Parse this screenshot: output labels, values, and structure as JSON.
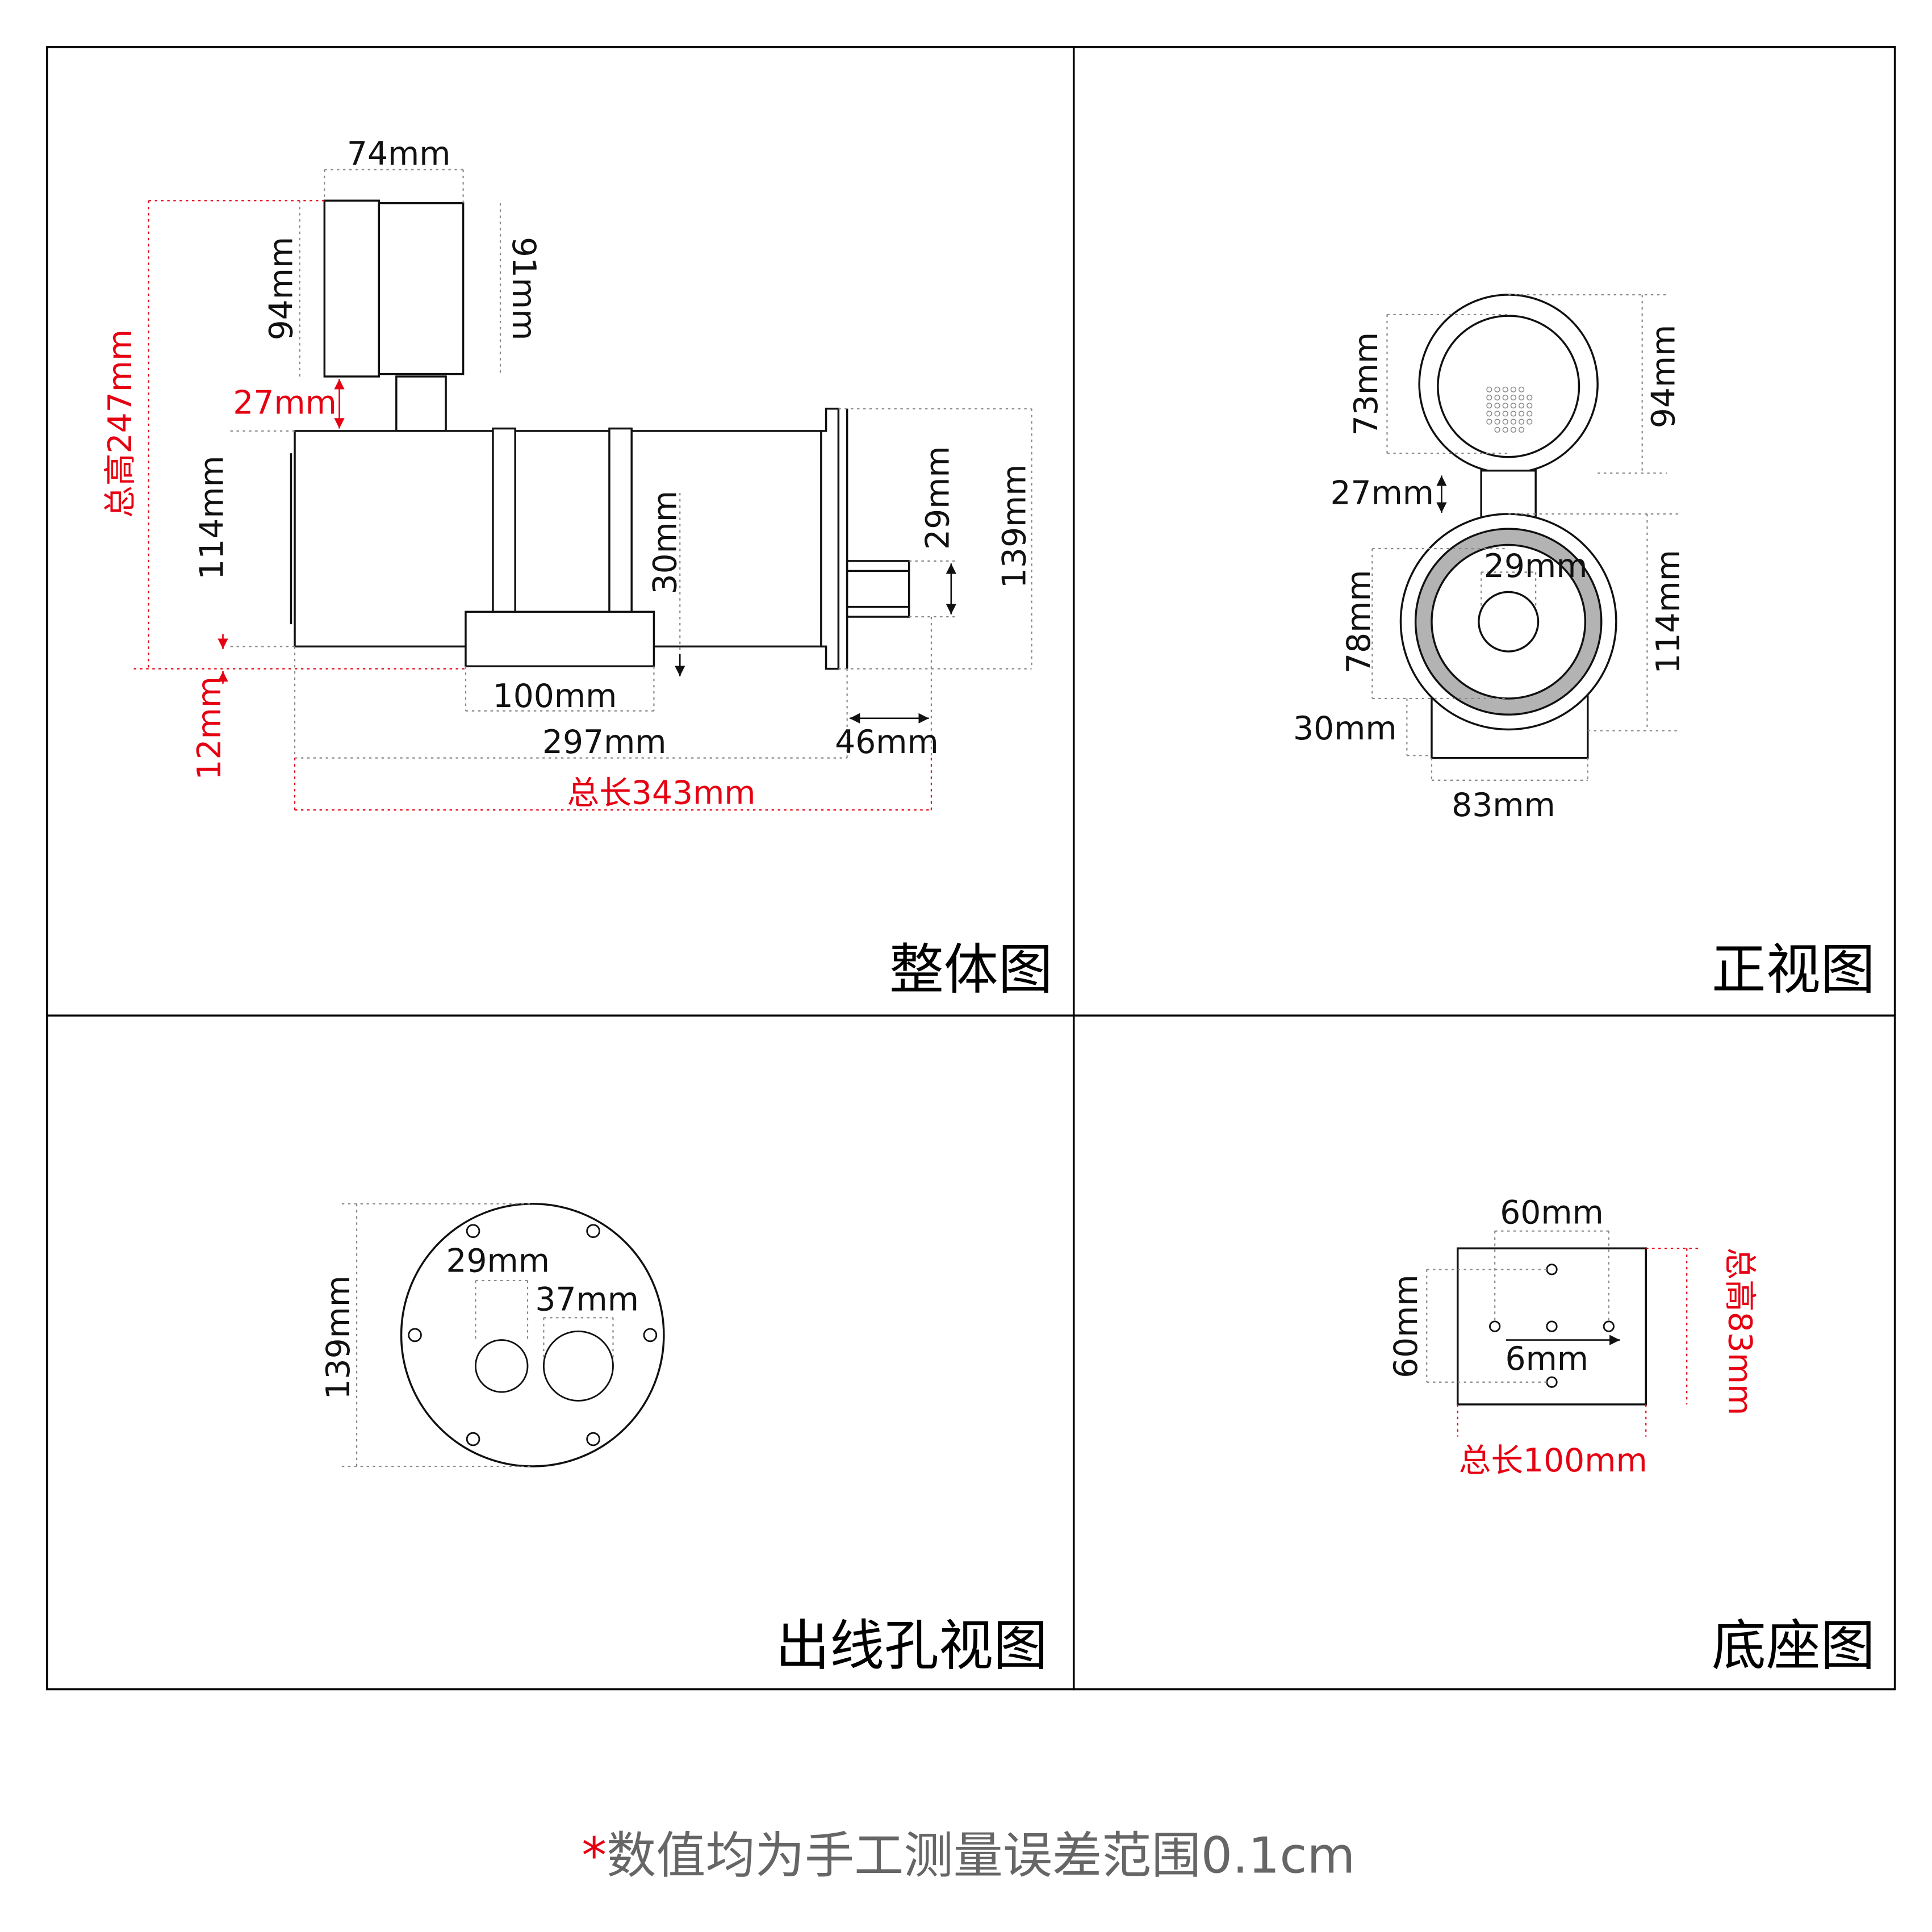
{
  "panels": {
    "overall": {
      "title": "整体图",
      "dims": {
        "head_width": "74mm",
        "head_height_left": "94mm",
        "head_height_right": "91mm",
        "total_height": "总高247mm",
        "neck_gap": "27mm",
        "body_height": "114mm",
        "base_height": "30mm",
        "outlet_height": "29mm",
        "flange_height": "139mm",
        "base_offset": "12mm",
        "base_length": "100mm",
        "body_length": "297mm",
        "outlet_length": "46mm",
        "total_length": "总长343mm"
      }
    },
    "front": {
      "title": "正视图",
      "dims": {
        "head_inner": "73mm",
        "head_outer": "94mm",
        "neck_gap": "27mm",
        "hole": "29mm",
        "body_inner": "78mm",
        "body_outer": "114mm",
        "base_height": "30mm",
        "base_width": "83mm"
      }
    },
    "outlet": {
      "title": "出线孔视图",
      "dims": {
        "diameter": "139mm",
        "hole_small": "29mm",
        "hole_large": "37mm"
      }
    },
    "base": {
      "title": "底座图",
      "dims": {
        "hole_spacing_x": "60mm",
        "hole_spacing_y": "60mm",
        "hole_size": "6mm",
        "total_height": "总高83mm",
        "total_length": "总长100mm"
      }
    }
  },
  "footer": {
    "asterisk": "*",
    "note": "数值均为手工测量误差范围0.1cm"
  },
  "colors": {
    "annotation_red": "#e60012",
    "note_gray": "#666666",
    "ring_gray": "#b3b3b3"
  }
}
